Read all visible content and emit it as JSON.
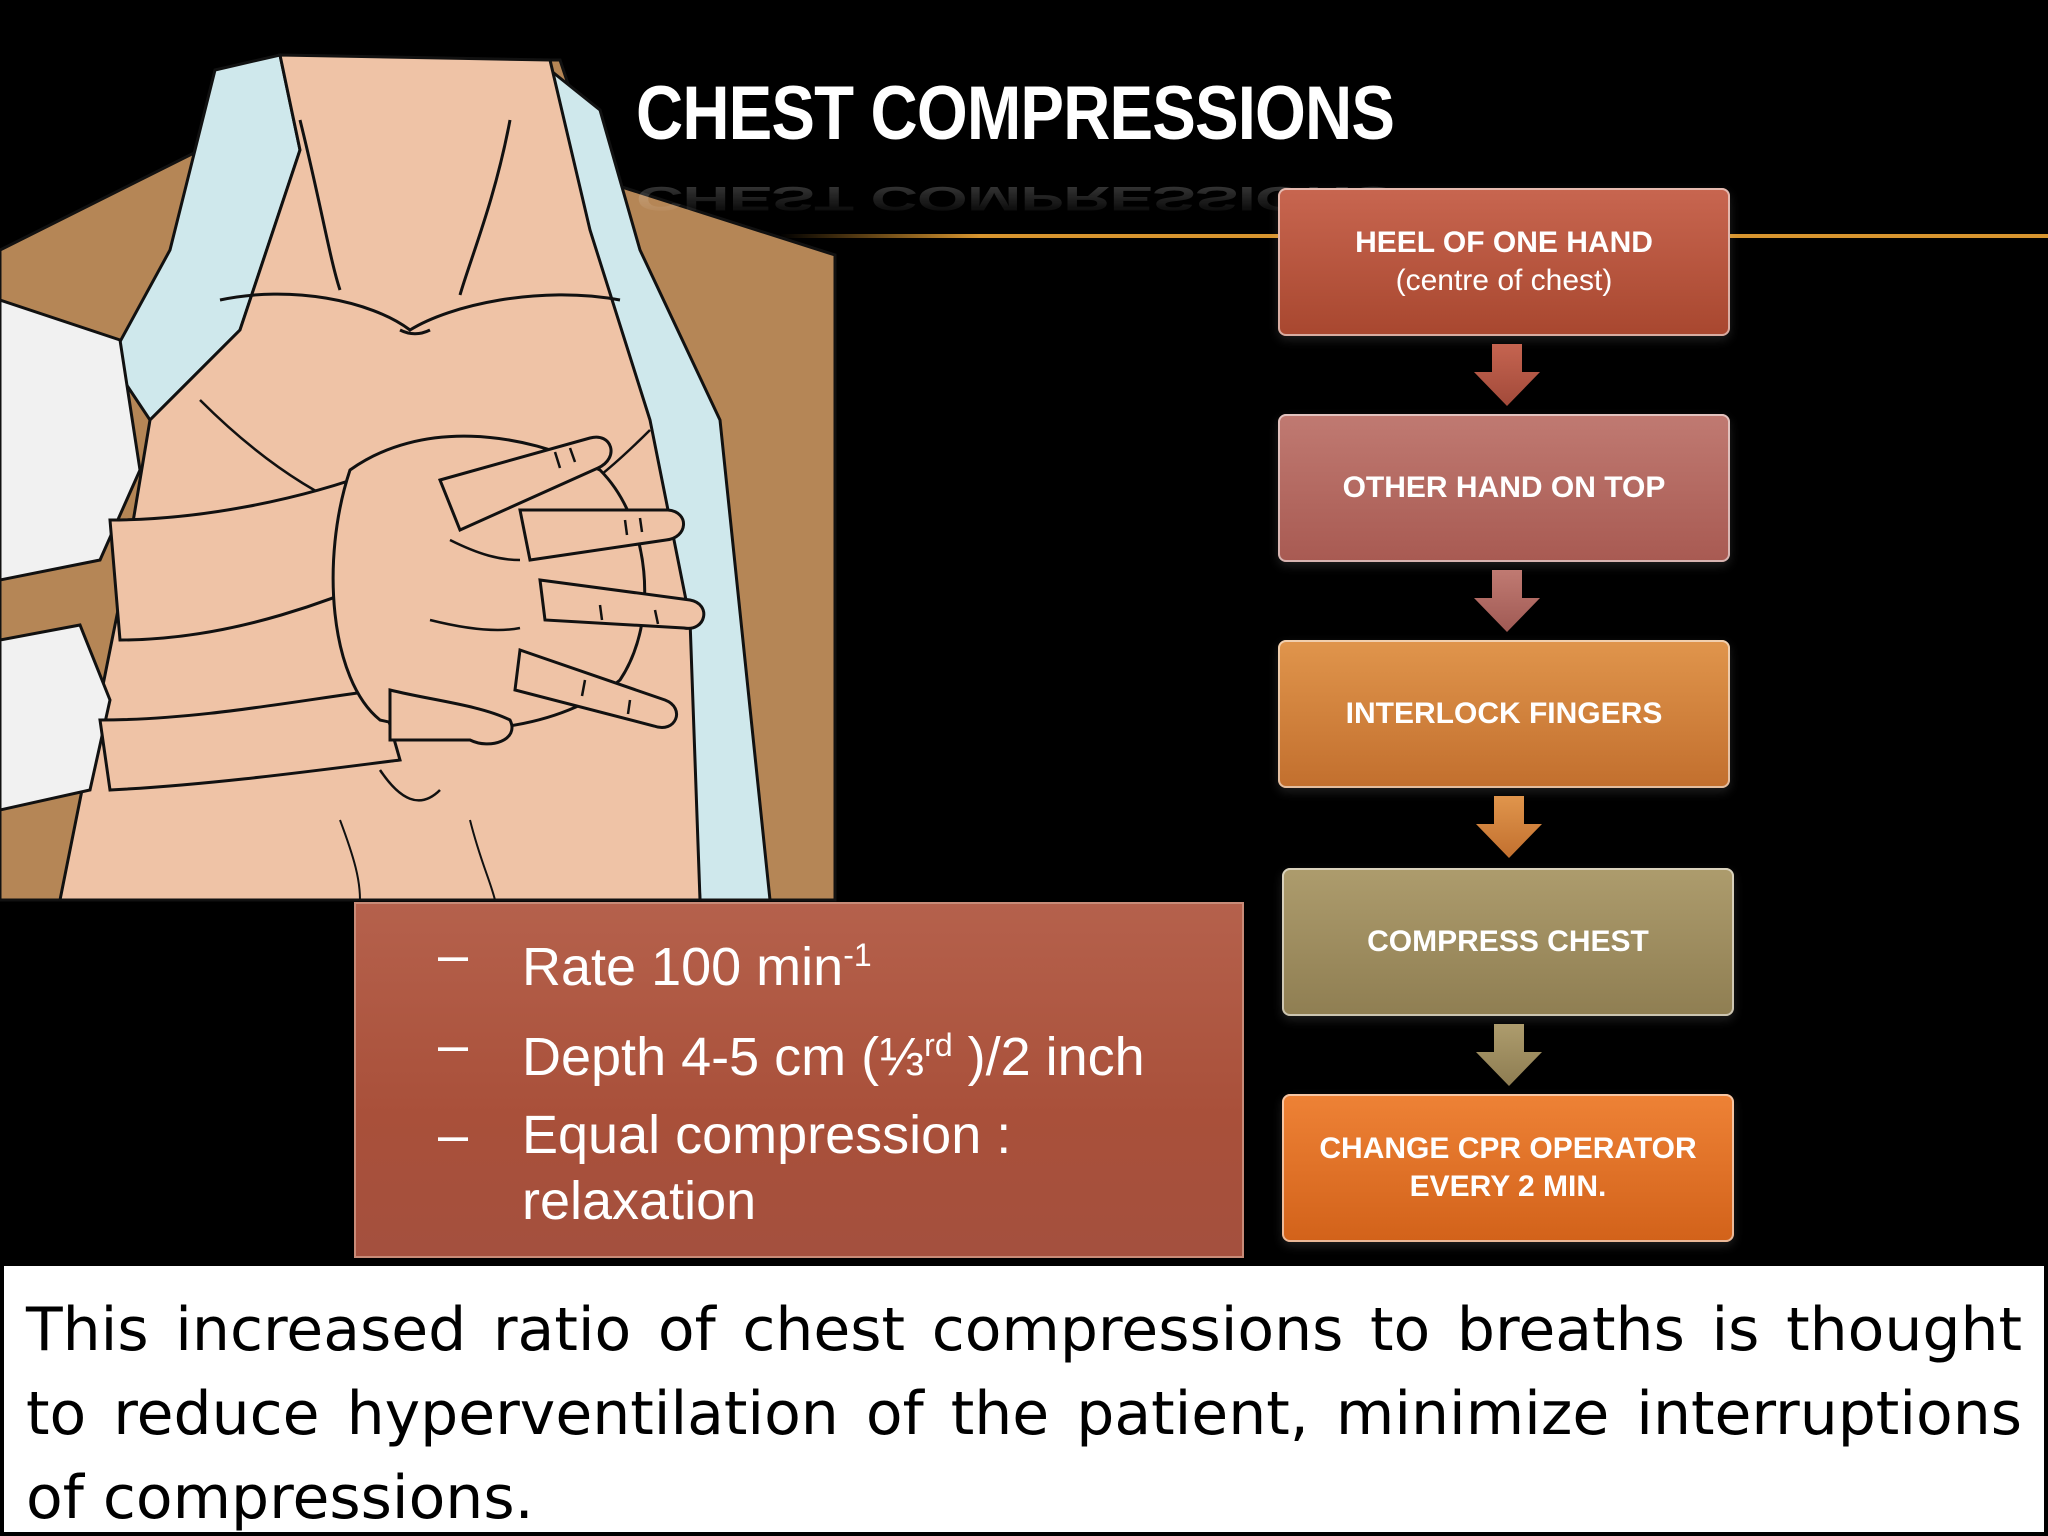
{
  "title": "CHEST COMPRESSIONS",
  "steps": [
    {
      "label": "HEEL OF ONE HAND",
      "sub": "(centre of chest)",
      "color": "#b5523d"
    },
    {
      "label": "OTHER HAND ON TOP",
      "sub": "",
      "color": "#b0635b"
    },
    {
      "label": "INTERLOCK FINGERS",
      "sub": "",
      "color": "#d17e3a"
    },
    {
      "label": "COMPRESS CHEST",
      "sub": "",
      "color": "#9d8c5e"
    },
    {
      "label": "CHANGE CPR OPERATOR EVERY 2 MIN.",
      "sub": "",
      "color": "#e06f25"
    }
  ],
  "bullets": {
    "dash": "–",
    "rate_text": "Rate 100 min",
    "rate_sup": "-1",
    "depth_text_a": "Depth 4-5 cm (⅓",
    "depth_sup": "rd",
    "depth_text_b": " )/2 inch",
    "equal_text": "Equal compression : relaxation"
  },
  "caption": "This increased ratio of chest compressions to breaths is thought to reduce hyperventilation of the patient, minimize interruptions of compressions.",
  "colors": {
    "background": "#000000",
    "accent_line": "#d8952f",
    "bullet_box": "#aa513c",
    "skin": "#efc3a6",
    "sleeve": "#f1f1f1",
    "jacket": "#b58656"
  }
}
